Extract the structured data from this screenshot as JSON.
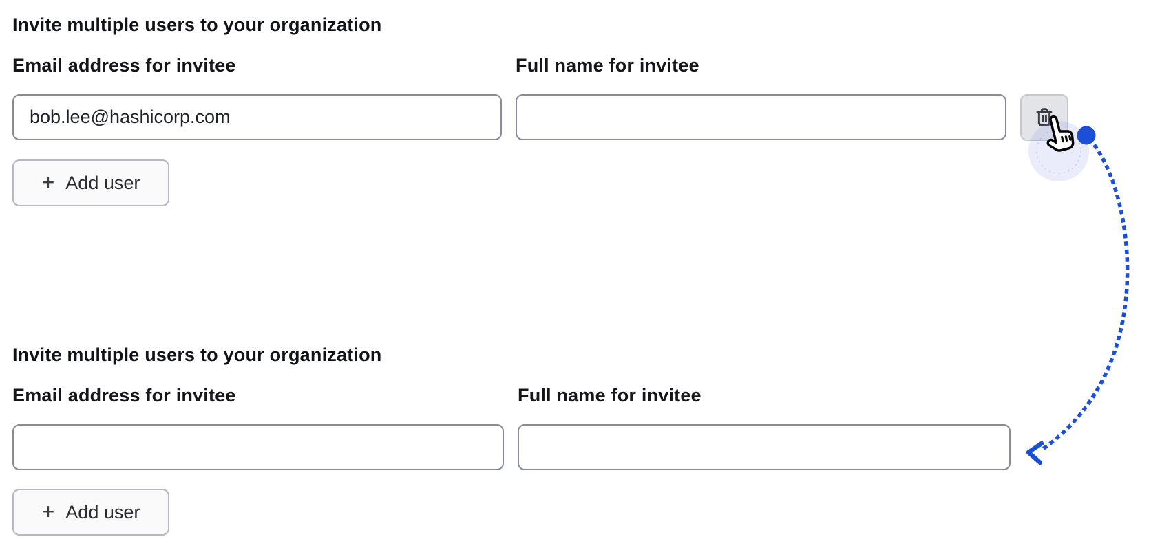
{
  "colors": {
    "arrow_blue": "#1c4fd8",
    "input_border": "#888b9c",
    "text": "#16181d",
    "delete_button_bg": "#e3e4e8",
    "add_button_bg": "#fafafa"
  },
  "icons": {
    "delete": "trash-icon",
    "add": "plus-icon",
    "cursor": "hand-pointer-cursor",
    "annotation_arrow": "dotted-curved-arrow"
  },
  "sections": [
    {
      "heading": "Invite multiple users to your organization",
      "fields": [
        {
          "label": "Email address for invitee",
          "value": "bob.lee@hashicorp.com"
        },
        {
          "label": "Full name for invitee",
          "value": ""
        }
      ],
      "add_button": {
        "plus": "+",
        "label": "Add user"
      }
    },
    {
      "heading": "Invite multiple users to your organization",
      "fields": [
        {
          "label": "Email address for invitee",
          "value": ""
        },
        {
          "label": "Full name for invitee",
          "value": ""
        }
      ],
      "add_button": {
        "plus": "+",
        "label": "Add user"
      }
    }
  ]
}
